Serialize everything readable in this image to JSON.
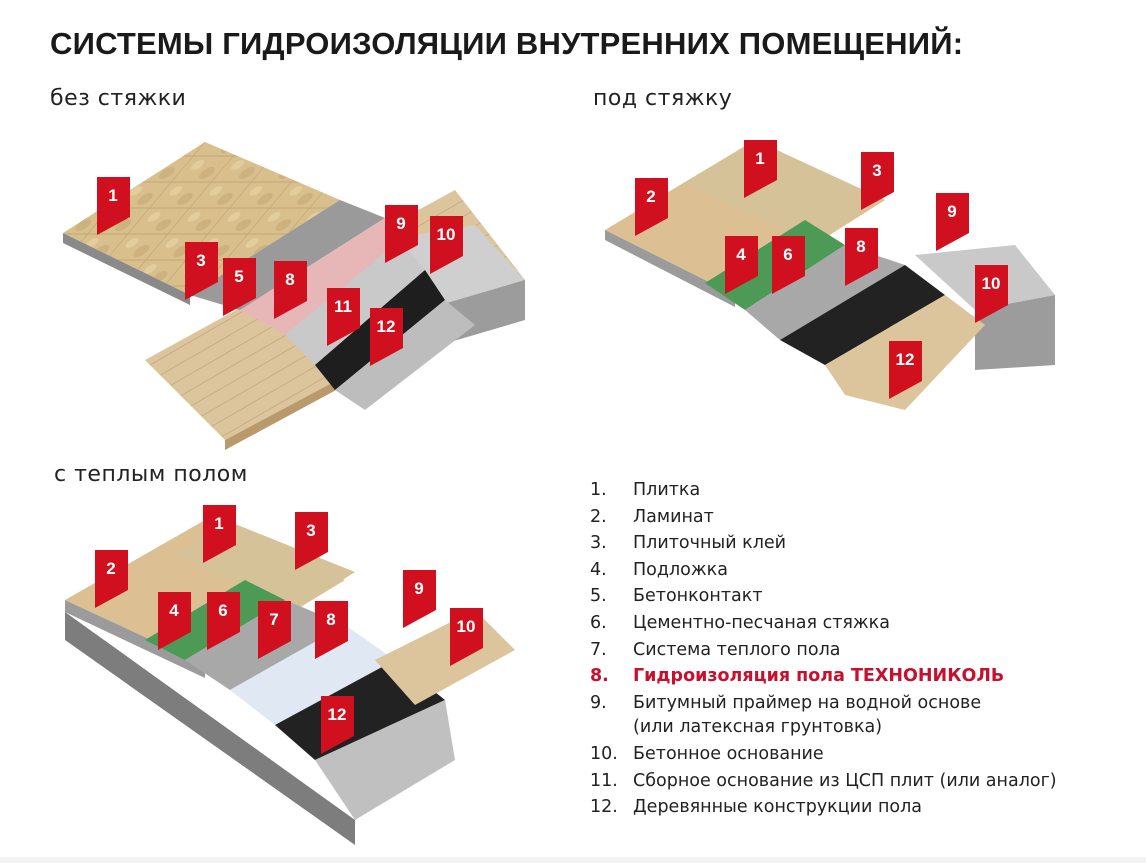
{
  "title": "СИСТЕМЫ ГИДРОИЗОЛЯЦИИ ВНУТРЕННИХ ПОМЕЩЕНИЙ:",
  "panels": {
    "no_screed": {
      "caption": "без стяжки",
      "tags": [
        "1",
        "3",
        "5",
        "8",
        "9",
        "10",
        "11",
        "12"
      ]
    },
    "under_screed": {
      "caption": "под стяжку",
      "tags": [
        "1",
        "2",
        "3",
        "4",
        "6",
        "8",
        "9",
        "10",
        "12"
      ]
    },
    "heated_floor": {
      "caption": "с теплым полом",
      "tags": [
        "1",
        "2",
        "3",
        "4",
        "6",
        "7",
        "8",
        "9",
        "10",
        "12"
      ]
    }
  },
  "legend": [
    {
      "num": "1.",
      "text": "Плитка"
    },
    {
      "num": "2.",
      "text": "Ламинат"
    },
    {
      "num": "3.",
      "text": "Плиточный клей"
    },
    {
      "num": "4.",
      "text": "Подложка"
    },
    {
      "num": "5.",
      "text": "Бетонконтакт"
    },
    {
      "num": "6.",
      "text": "Цементно-песчаная стяжка"
    },
    {
      "num": "7.",
      "text": "Система теплого пола"
    },
    {
      "num": "8.",
      "text": "Гидроизоляция пола ТЕХНОНИКОЛЬ",
      "highlight": true
    },
    {
      "num": "9.",
      "text": "Битумный праймер на водной основе"
    },
    {
      "num": "",
      "text": "(или латексная грунтовка)"
    },
    {
      "num": "10.",
      "text": "Бетонное основание"
    },
    {
      "num": "11.",
      "text": "Сборное основание из ЦСП плит (или аналог)"
    },
    {
      "num": "12.",
      "text": "Деревянные конструкции пола"
    }
  ],
  "colors": {
    "tag": "#d0101e",
    "highlight": "#c8102e"
  }
}
